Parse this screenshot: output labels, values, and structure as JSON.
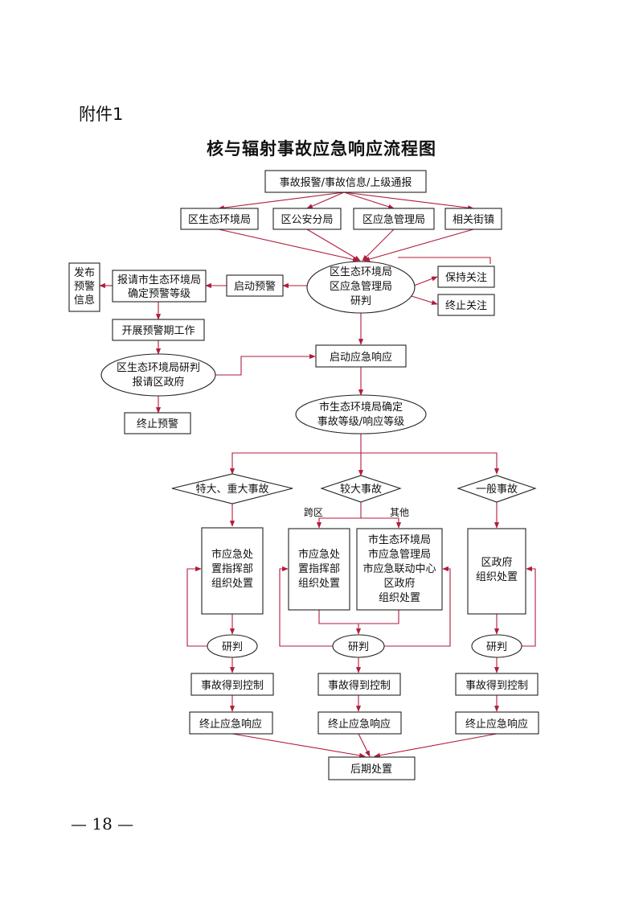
{
  "header": {
    "attachment": "附件1"
  },
  "title": "核与辐射事故应急响应流程图",
  "page_number": "— 18 —",
  "colors": {
    "arrow": "#b01c3c",
    "border": "#222222"
  },
  "nodes": {
    "report": "事故报警/事故信息/上级通报",
    "eco_bureau": "区生态环境局",
    "police": "区公安分局",
    "emergency_bureau": "区应急管理局",
    "streets": "相关街镇",
    "joint_judge": [
      "区生态环境局",
      "区应急管理局",
      "研判"
    ],
    "keep_watch": "保持关注",
    "stop_watch": "终止关注",
    "start_warning": "启动预警",
    "report_city": [
      "报请市生态环境局",
      "确定预警等级"
    ],
    "publish_warning": [
      "发布",
      "预警",
      "信息"
    ],
    "warning_work": "开展预警期工作",
    "eco_report_gov": [
      "区生态环境局研判",
      "报请区政府"
    ],
    "end_warning": "终止预警",
    "start_response": "启动应急响应",
    "city_determine": [
      "市生态环境局确定",
      "事故等级/响应等级"
    ],
    "level_major": "特大、重大事故",
    "level_large": "较大事故",
    "level_general": "一般事故",
    "label_cross_district": "跨区",
    "label_other": "其他",
    "city_command": [
      "市应急处",
      "置指挥部",
      "组织处置"
    ],
    "city_command_2": [
      "市应急处",
      "置指挥部",
      "组织处置"
    ],
    "joint_units": [
      "市生态环境局",
      "市应急管理局",
      "市应急联动中心",
      "区政府",
      "组织处置"
    ],
    "district_gov": [
      "区政府",
      "组织处置"
    ],
    "judge_1": "研判",
    "judge_2": "研判",
    "judge_3": "研判",
    "controlled_1": "事故得到控制",
    "controlled_2": "事故得到控制",
    "controlled_3": "事故得到控制",
    "end_response_1": "终止应急响应",
    "end_response_2": "终止应急响应",
    "end_response_3": "终止应急响应",
    "aftermath": "后期处置"
  }
}
